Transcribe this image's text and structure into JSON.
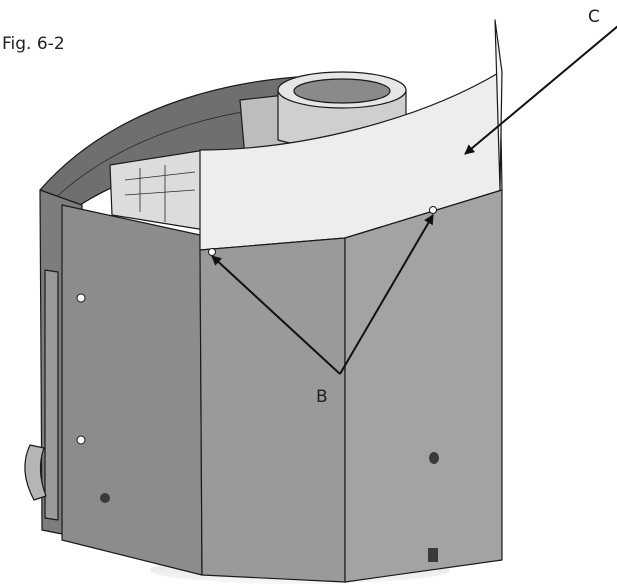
{
  "figure": {
    "caption": "Fig. 6-2",
    "callouts": {
      "b": "B",
      "c": "C"
    }
  },
  "colors": {
    "panel_dark": "#8a8a8a",
    "panel_mid": "#9b9b9b",
    "panel_light": "#ededed",
    "outline": "#1a1a1a"
  }
}
